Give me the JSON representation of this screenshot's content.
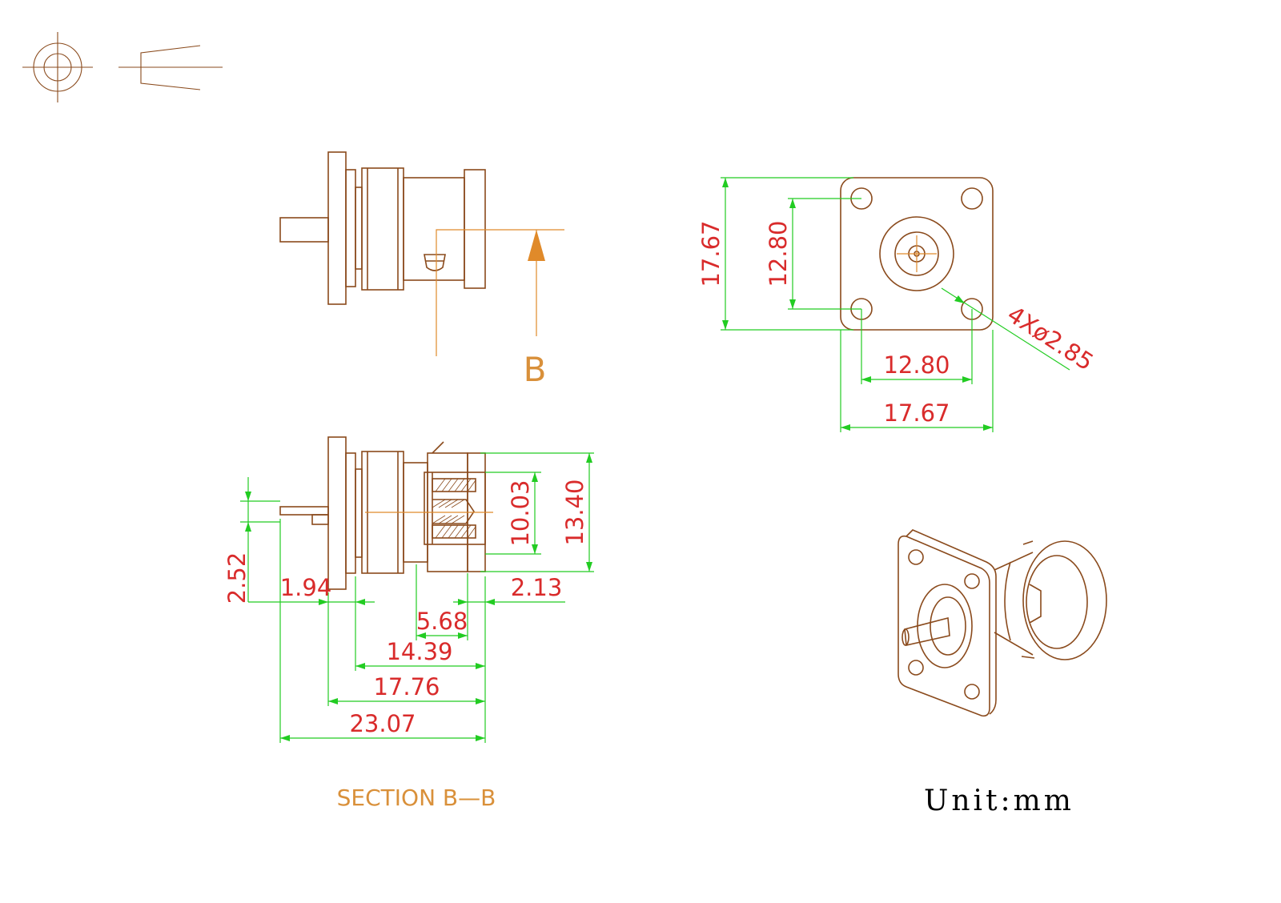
{
  "projection_symbol": {
    "icon": "first-angle-projection-icon"
  },
  "side_view": {
    "section_marker": "B"
  },
  "section_view": {
    "title": "SECTION B—B",
    "dims": {
      "pin_offset": "2.52",
      "pin_length": "1.94",
      "rear_len": "2.13",
      "bayonet": "5.68",
      "body_len": "14.39",
      "flange_to_end": "17.76",
      "overall": "23.07",
      "inner_dia": "10.03",
      "outer_dia": "13.40"
    }
  },
  "front_view": {
    "dims": {
      "flange_h": "17.67",
      "hole_pitch_v": "12.80",
      "hole_pitch_h": "12.80",
      "flange_w": "17.67",
      "holes": "4Xø2.85"
    }
  },
  "iso_view": {
    "icon": "connector-3d-icon"
  },
  "unit": "Unit:mm"
}
